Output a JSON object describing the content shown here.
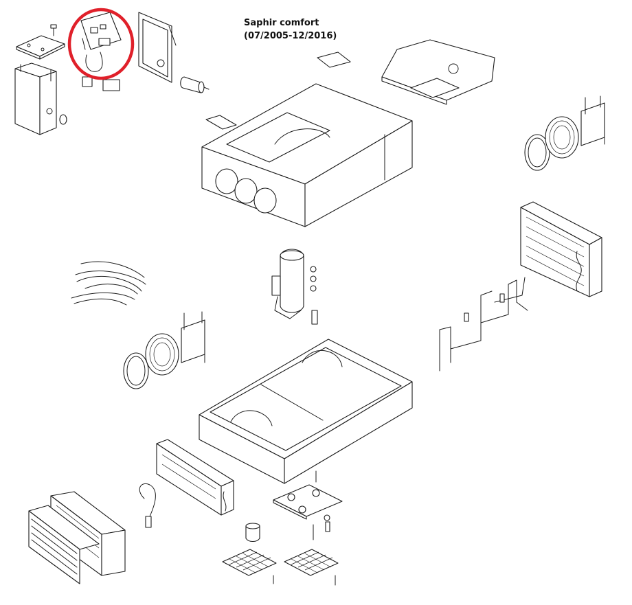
{
  "title": {
    "model": "Saphir comfort",
    "period": "(07/2005-12/2016)"
  },
  "highlight": {
    "color": "#e0202a",
    "target": "control circuit board"
  },
  "colors": {
    "line": "#1a1a1a",
    "background": "#ffffff"
  }
}
